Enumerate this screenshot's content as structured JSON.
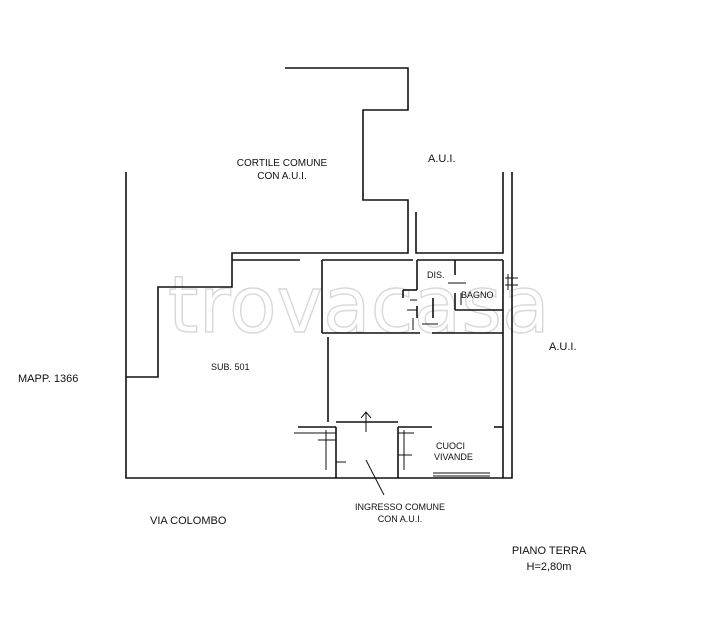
{
  "labels": {
    "cortile_line1": "CORTILE COMUNE",
    "cortile_line2": "CON A.U.I.",
    "aui_top": "A.U.I.",
    "aui_right": "A.U.I.",
    "mapp": "MAPP. 1366",
    "sub": "SUB. 501",
    "dis": "DIS.",
    "bagno": "BAGNO",
    "cuoci_line1": "CUOCI",
    "cuoci_line2": "VIVANDE",
    "ingresso_line1": "INGRESSO COMUNE",
    "ingresso_line2": "CON A.U.I.",
    "via": "VIA COLOMBO",
    "piano_line1": "PIANO TERRA",
    "piano_line2": "H=2,80m"
  },
  "watermark": "trovacasa"
}
